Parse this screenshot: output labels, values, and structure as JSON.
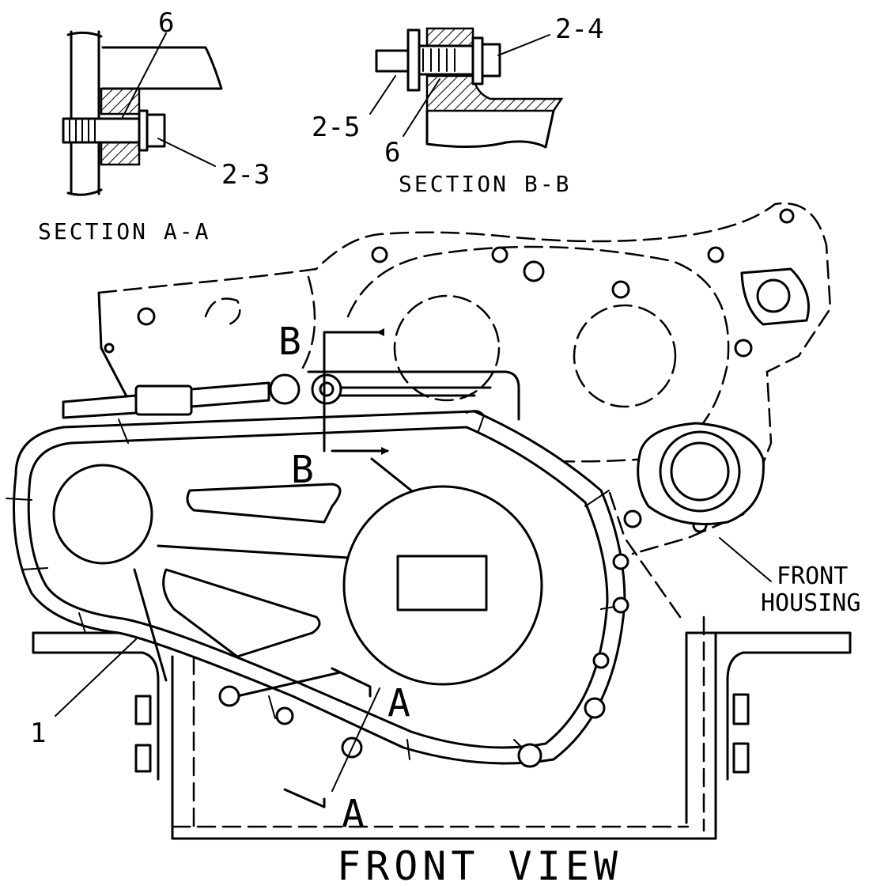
{
  "sections": {
    "a": {
      "title": "SECTION A-A",
      "callouts": [
        "6",
        "2-3"
      ]
    },
    "b": {
      "title": "SECTION B-B",
      "callouts": [
        "2-4",
        "2-5",
        "6"
      ]
    }
  },
  "view": {
    "title": "FRONT VIEW",
    "part_callout": "1",
    "housing_label_line1": "FRONT",
    "housing_label_line2": "HOUSING",
    "section_markers": {
      "b_upper": "B",
      "b_lower": "B",
      "a_upper": "A",
      "a_lower": "A"
    }
  }
}
